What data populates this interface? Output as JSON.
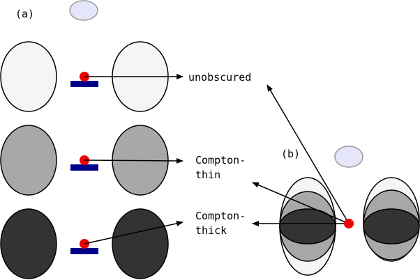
{
  "panel_a": {
    "label": "(a)",
    "rows": [
      {
        "label": "unobscured",
        "torus_color": "#f5f5f5"
      },
      {
        "label_lines": [
          "Compton-",
          "thin"
        ],
        "torus_color": "#a8a8a8"
      },
      {
        "label_lines": [
          "Compton-",
          "thick"
        ],
        "torus_color": "#333333"
      }
    ],
    "source_color": "#ee0000",
    "disk_color": "#00008b"
  },
  "panel_b": {
    "label": "(b)",
    "layer_colors": [
      "#f5f5f5",
      "#a8a8a8",
      "#333333"
    ],
    "source_color": "#ee0000"
  },
  "cloud_color": "#e6e6fa"
}
